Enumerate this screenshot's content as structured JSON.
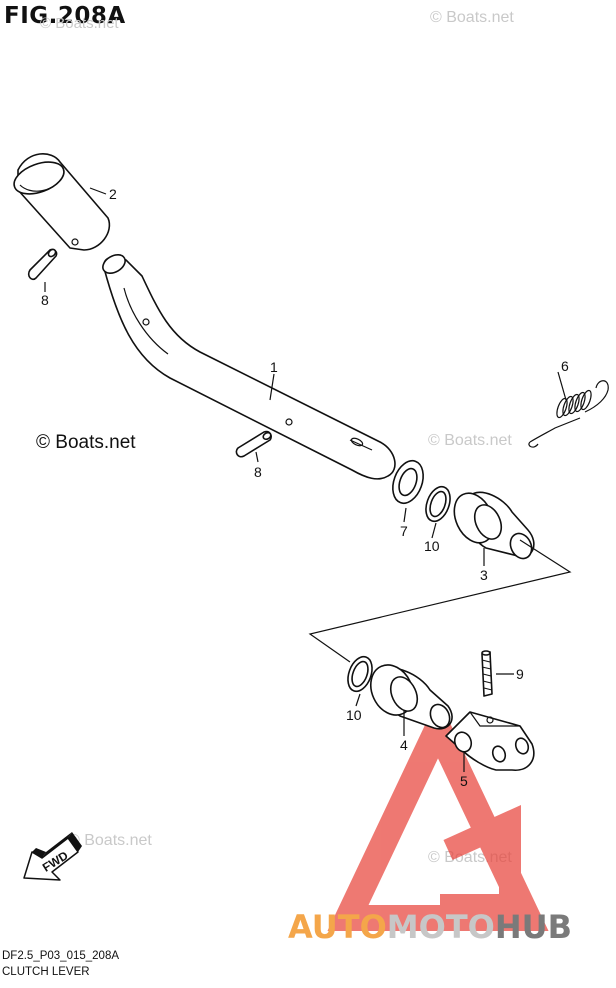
{
  "figure": {
    "title": "FIG.208A",
    "code": "DF2.5_P03_015_208A",
    "name": "CLUTCH LEVER"
  },
  "watermarks": {
    "main": "© Boats.net",
    "faint": "© Boats.net"
  },
  "brand": {
    "name": "AUTOMOTOHUB",
    "color_auto": "#f4a64a",
    "color_moto": "#c7c7c7",
    "color_hub": "#7a7a7a",
    "logo_color": "#e8453c"
  },
  "direction": {
    "label": "FWD"
  },
  "callouts": [
    {
      "id": "c2",
      "label": "2"
    },
    {
      "id": "c8a",
      "label": "8"
    },
    {
      "id": "c1",
      "label": "1"
    },
    {
      "id": "c8b",
      "label": "8"
    },
    {
      "id": "c6",
      "label": "6"
    },
    {
      "id": "c7",
      "label": "7"
    },
    {
      "id": "c10a",
      "label": "10"
    },
    {
      "id": "c3",
      "label": "3"
    },
    {
      "id": "c9",
      "label": "9"
    },
    {
      "id": "c10b",
      "label": "10"
    },
    {
      "id": "c4",
      "label": "4"
    },
    {
      "id": "c5",
      "label": "5"
    }
  ]
}
